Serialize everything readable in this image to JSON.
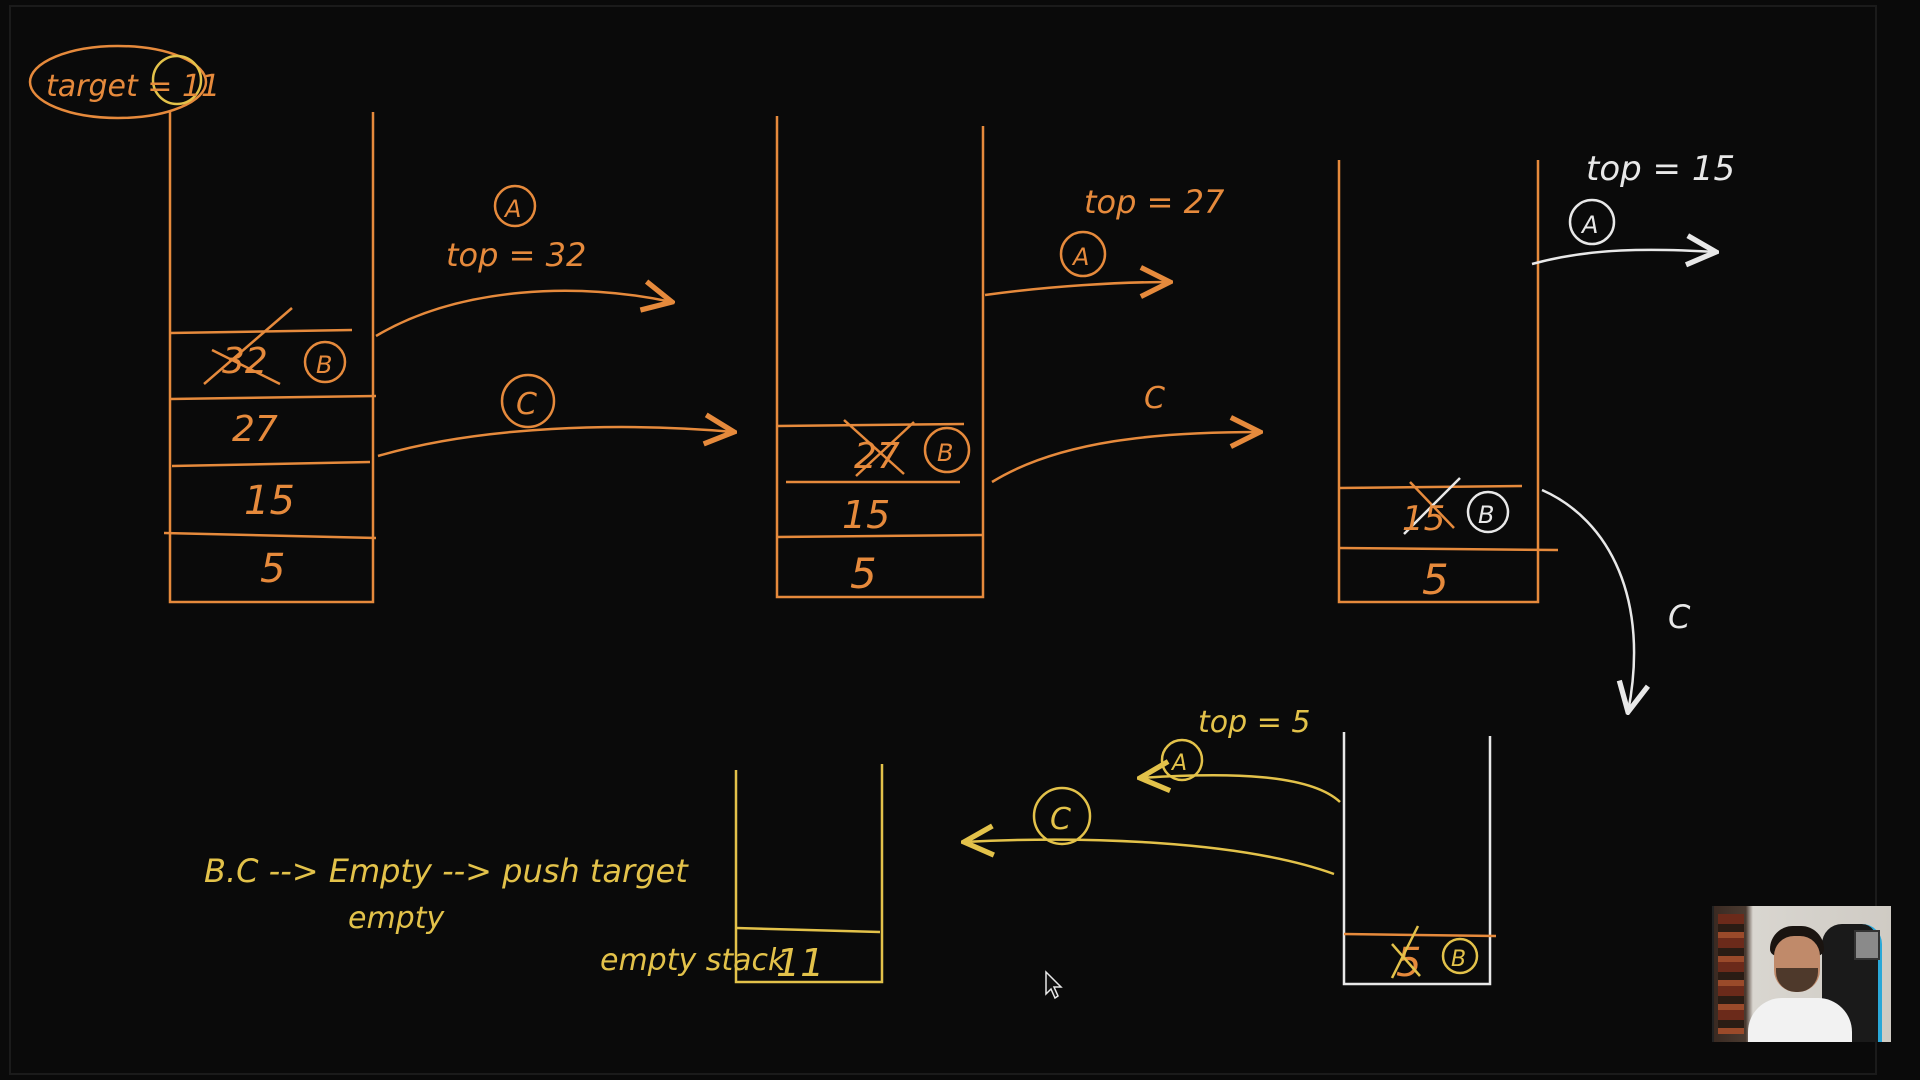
{
  "target_label": "target = 11",
  "stacks": [
    {
      "cells": [
        "32",
        "27",
        "15",
        "5"
      ],
      "popped": "32"
    },
    {
      "cells": [
        "27",
        "15",
        "5"
      ],
      "popped": "27"
    },
    {
      "cells": [
        "15",
        "5"
      ],
      "popped": "15"
    },
    {
      "cells": [
        "5"
      ],
      "popped": "5"
    },
    {
      "cells": [
        "11"
      ],
      "popped": ""
    }
  ],
  "steps": [
    {
      "marker": "A",
      "label": "top = 32"
    },
    {
      "marker": "A",
      "label": "top = 27"
    },
    {
      "marker": "A",
      "label": "top = 15"
    },
    {
      "marker": "A",
      "label": "top = 5"
    }
  ],
  "markers": {
    "a": "A",
    "b": "B",
    "c": "C"
  },
  "base_case": {
    "condition": "B.C --> Empty --> push target",
    "empty_label": "empty",
    "push_label": "push",
    "target_label": "target"
  },
  "empty_stack_label": "empty stack",
  "colors": {
    "background": "#0a0a0a",
    "orange": "#e68a3c",
    "yellow": "#e3c24a",
    "white": "#e8e8e8"
  },
  "icons": {
    "cursor": "cursor-arrow-icon"
  }
}
